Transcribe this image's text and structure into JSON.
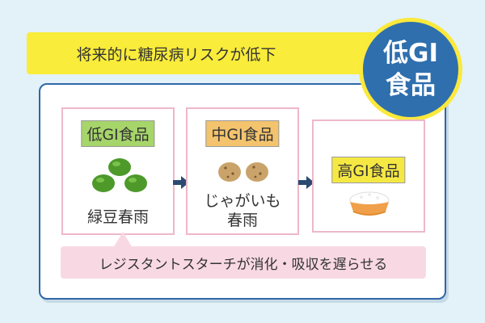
{
  "banner": {
    "text": "将来的に糖尿病リスクが低下"
  },
  "badge": {
    "line1": "低GI",
    "line2": "食品"
  },
  "cards": [
    {
      "label": "低GI食品",
      "text": "緑豆春雨",
      "icon": "mung-bean-icon",
      "color": "#a6d56a"
    },
    {
      "label": "中GI食品",
      "line1": "じゃがいも",
      "line2": "春雨",
      "icon": "potato-icon",
      "color": "#f3c36d"
    },
    {
      "label": "高GI食品",
      "icon": "rice-bowl-icon",
      "color": "#f6e843"
    }
  ],
  "note": {
    "text": "レジスタントスターチが消化・吸収を遅らせる"
  },
  "colors": {
    "background": "#e3f1f8",
    "accent_blue": "#2f6fae",
    "banner_yellow": "#f9ec3a",
    "pink": "#f8d9e3"
  }
}
